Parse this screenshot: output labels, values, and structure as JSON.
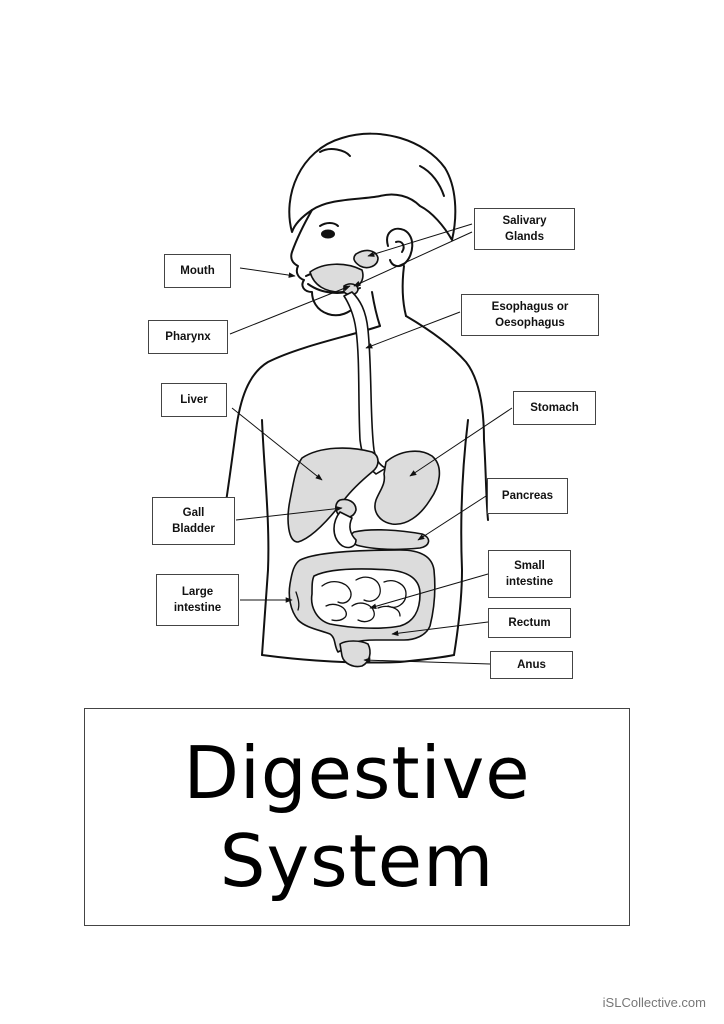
{
  "labels": {
    "mouth": "Mouth",
    "pharynx": "Pharynx",
    "liver": "Liver",
    "gall_bladder": "Gall\nBladder",
    "large_intestine": "Large\nintestine",
    "salivary_glands": "Salivary\nGlands",
    "esophagus": "Esophagus or\nOesophagus",
    "stomach": "Stomach",
    "pancreas": "Pancreas",
    "small_intestine": "Small\nintestine",
    "rectum": "Rectum",
    "anus": "Anus"
  },
  "title": {
    "line1": "Digestive",
    "line2": "System"
  },
  "watermark": "iSLCollective.com",
  "colors": {
    "line": "#111111",
    "organ_fill": "#dcdcdc",
    "border": "#444444"
  }
}
